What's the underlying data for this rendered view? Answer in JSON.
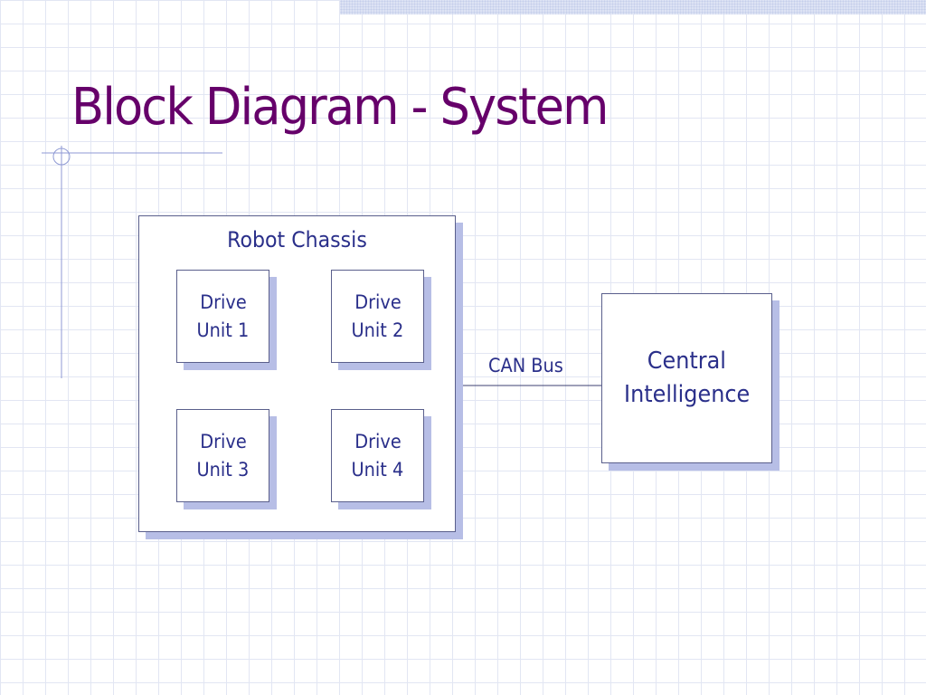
{
  "slide": {
    "title": "Block Diagram - System"
  },
  "diagram": {
    "chassis": {
      "label": "Robot Chassis"
    },
    "drive_units": [
      {
        "line1": "Drive",
        "line2": "Unit 1"
      },
      {
        "line1": "Drive",
        "line2": "Unit 2"
      },
      {
        "line1": "Drive",
        "line2": "Unit 3"
      },
      {
        "line1": "Drive",
        "line2": "Unit 4"
      }
    ],
    "bus": {
      "label": "CAN Bus"
    },
    "central": {
      "line1": "Central",
      "line2": "Intelligence"
    }
  },
  "colors": {
    "title": "#66006a",
    "box_text": "#2a2f8a",
    "box_shadow": "#b7bee6",
    "grid": "#e2e6f3",
    "ornament": "#8f9ad4"
  }
}
